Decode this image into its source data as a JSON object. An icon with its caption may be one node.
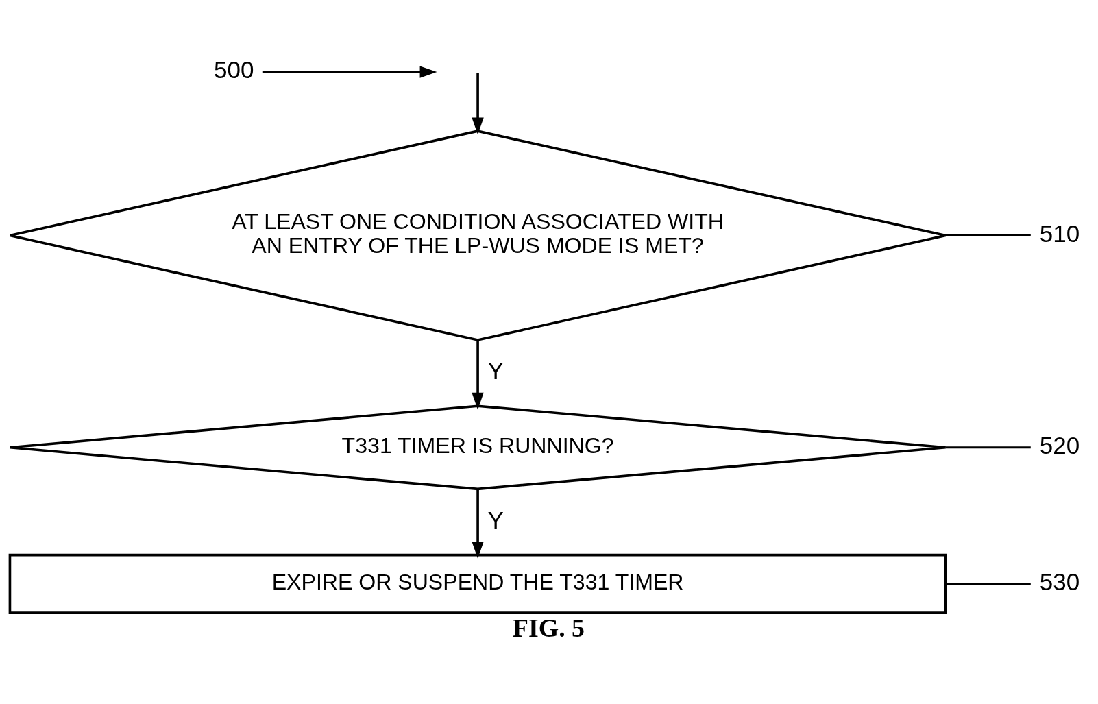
{
  "diagram": {
    "caption": "FIG. 5",
    "nodes": [
      {
        "text": [
          "500"
        ]
      },
      {
        "text": [
          "AT LEAST ONE CONDITION ASSOCIATED WITH AN ENTRY OF THE LP-WUS MODE IS MET?"
        ]
      },
      {
        "text": [
          "510"
        ]
      },
      {
        "text": [
          "T331 TIMER IS RUNNING?"
        ]
      },
      {
        "text": [
          "520"
        ]
      },
      {
        "text": [
          "EXPIRE OR SUSPEND THE T331 TIMER"
        ]
      },
      {
        "text": [
          "530"
        ]
      }
    ],
    "edges": [
      {
        "from": 0,
        "to": null,
        "arrow": "to"
      },
      {
        "from": null,
        "to": 1,
        "arrow": "to"
      },
      {
        "from": 1,
        "to": 2,
        "arrow": "none"
      },
      {
        "from": 1,
        "to": 3,
        "arrow": "to",
        "label": "Y"
      },
      {
        "from": 3,
        "to": 4,
        "arrow": "none"
      },
      {
        "from": 3,
        "to": 5,
        "arrow": "to",
        "label": "Y"
      },
      {
        "from": 5,
        "to": 6,
        "arrow": "none"
      }
    ]
  }
}
